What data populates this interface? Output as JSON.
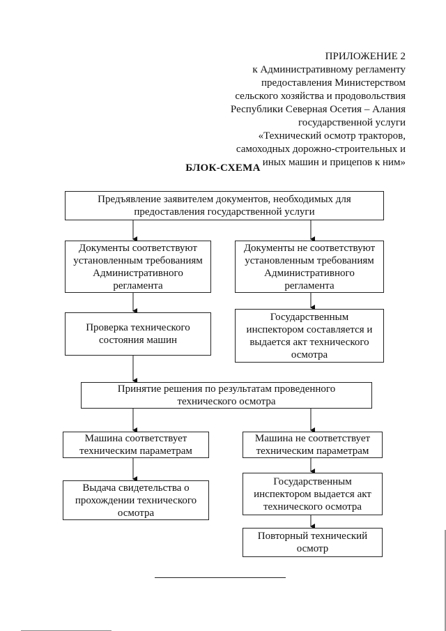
{
  "header": {
    "lines": [
      "ПРИЛОЖЕНИЕ 2",
      "к Административному регламенту",
      "предоставления Министерством",
      "сельского хозяйства и продовольствия",
      "Республики Северная Осетия – Алания",
      "государственной услуги",
      "«Технический осмотр тракторов,",
      "самоходных дорожно-строительных и",
      "иных машин и прицепов к ним»"
    ]
  },
  "title": "БЛОК-СХЕМА",
  "boxes": {
    "submit_docs": [
      "Предъявление заявителем документов, необходимых для",
      "предоставления государственной услуги"
    ],
    "docs_ok": [
      "Документы соответствуют",
      "установленным требованиям",
      "Административного",
      "регламента"
    ],
    "docs_not_ok": [
      "Документы не соответствуют",
      "установленным требованиям",
      "Административного",
      "регламента"
    ],
    "tech_check": [
      "Проверка технического",
      "состояния машин"
    ],
    "inspector_act_1": [
      "Государственным",
      "инспектором составляется и",
      "выдается акт технического",
      "осмотра"
    ],
    "decision": [
      "Принятие решения по результатам проведенного",
      "технического осмотра"
    ],
    "machine_ok": [
      "Машина соответствует",
      "техническим параметрам"
    ],
    "machine_not_ok": [
      "Машина не соответствует",
      "техническим параметрам"
    ],
    "certificate": [
      "Выдача свидетельства о",
      "прохождении технического",
      "осмотра"
    ],
    "inspector_act_2": [
      "Государственным",
      "инспектором выдается акт",
      "технического осмотра"
    ],
    "repeat_inspection": [
      "Повторный технический",
      "осмотр"
    ]
  }
}
